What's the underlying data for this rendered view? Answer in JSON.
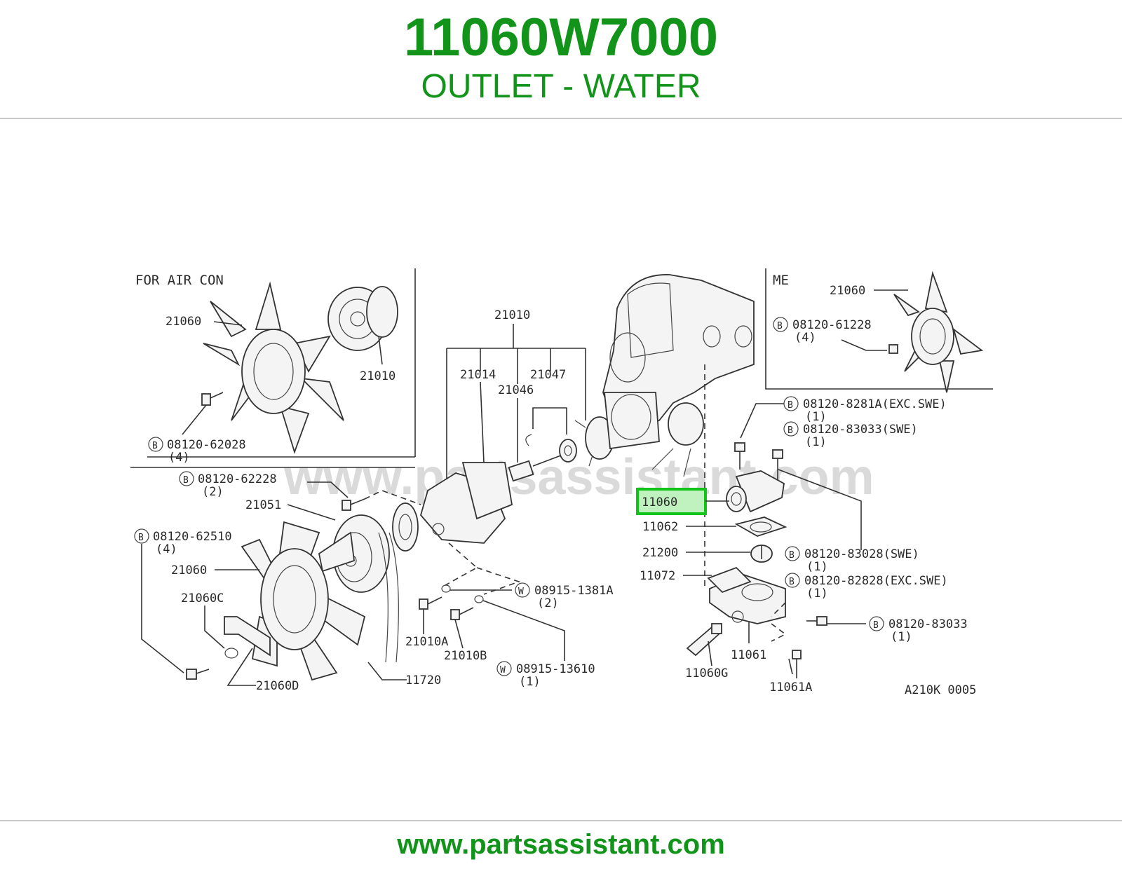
{
  "header": {
    "part_number": "11060W7000",
    "part_name": "OUTLET - WATER"
  },
  "footer": {
    "url": "www.partsassistant.com"
  },
  "diagram": {
    "watermark": "www.partsassistant.com",
    "drawing_code": "A210K 0005",
    "section_titles": {
      "air_con": "FOR AIR CON",
      "me": "ME"
    },
    "highlighted_part": "11060",
    "highlight_color": "#12c41a",
    "labels": {
      "l_21060_aircon": "21060",
      "l_21010_aircon": "21010",
      "l_b_62028": "08120-62028",
      "l_b_62028_qty": "(4)",
      "l_b_62228": "08120-62228",
      "l_b_62228_qty": "(2)",
      "l_21051": "21051",
      "l_b_62510": "08120-62510",
      "l_b_62510_qty": "(4)",
      "l_21060_main": "21060",
      "l_21060C": "21060C",
      "l_21060D": "21060D",
      "l_11720": "11720",
      "l_21010": "21010",
      "l_21014": "21014",
      "l_21047": "21047",
      "l_21046": "21046",
      "l_21010A": "21010A",
      "l_21010B": "21010B",
      "l_w_1381A": "08915-1381A",
      "l_w_1381A_qty": "(2)",
      "l_w_13610": "08915-13610",
      "l_w_13610_qty": "(1)",
      "l_21060_me": "21060",
      "l_b_61228": "08120-61228",
      "l_b_61228_qty": "(4)",
      "l_b_8281A": "08120-8281A(EXC.SWE)",
      "l_b_8281A_qty": "(1)",
      "l_b_83033_swe": "08120-83033(SWE)",
      "l_b_83033_swe_qty": "(1)",
      "l_11062": "11062",
      "l_21200": "21200",
      "l_11072": "11072",
      "l_b_83028": "08120-83028(SWE)",
      "l_b_83028_qty": "(1)",
      "l_b_82828": "08120-82828(EXC.SWE)",
      "l_b_82828_qty": "(1)",
      "l_b_83033": "08120-83033",
      "l_b_83033_qty": "(1)",
      "l_11061": "11061",
      "l_11061A": "11061A",
      "l_11060G": "11060G"
    },
    "badges": {
      "bolt": "B",
      "washer": "W"
    }
  }
}
